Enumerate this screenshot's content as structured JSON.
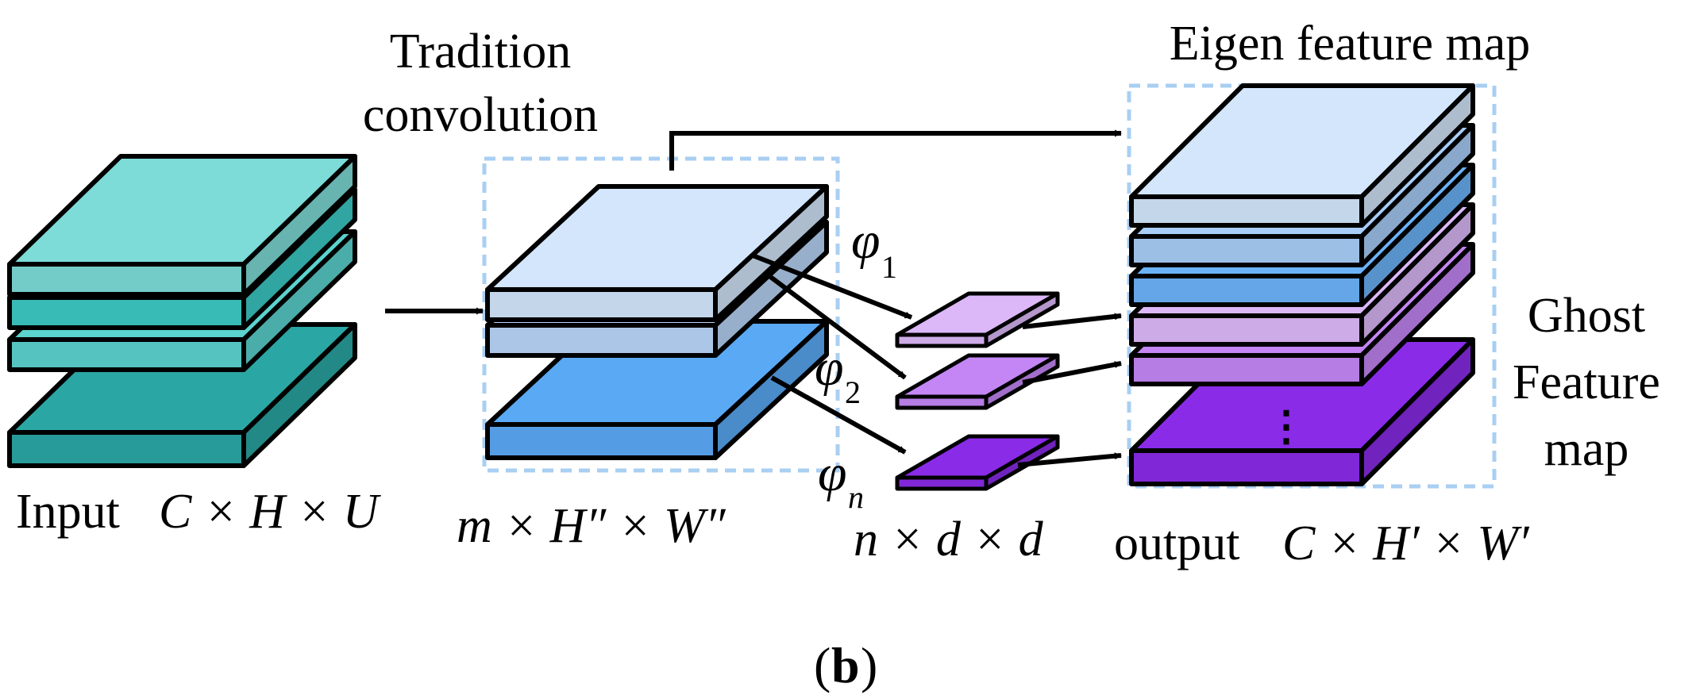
{
  "labels": {
    "tradition_line1": "Tradition",
    "tradition_line2": "convolution",
    "eigen": "Eigen feature map",
    "ghost_line1": "Ghost",
    "ghost_line2": "Feature",
    "ghost_line3": "map",
    "input_word": "Input",
    "input_dims": "C × H × U",
    "middle_dims": "m × H″ × W″",
    "kernel_dims": "n × d × d",
    "output_word": "output",
    "output_dims": "C × H′ × W′",
    "caption_open": "(",
    "caption_letter": "b",
    "caption_close": ")",
    "phi": "φ",
    "phi1_sub": "1",
    "phi2_sub": "2",
    "phin_sub": "n",
    "ellipsis": "⋮"
  },
  "colors": {
    "input_light": "#7ddbd8",
    "input_mid": "#3cc9c4",
    "input_teal": "#5bd3cf",
    "input_dark": "#2aa7a4",
    "mid_light": "#d3e6fb",
    "mid_mid": "#b9d5f8",
    "mid_blue": "#5aa9f5",
    "out_light": "#d3e6fb",
    "out_mid": "#a8cdf7",
    "out_blue": "#6bb2f8",
    "lav_light": "#dcb8f8",
    "lav_mid": "#c486f5",
    "violet": "#9940f6",
    "violet_deep": "#8a2be8",
    "dashed_box": "#a9cff2"
  }
}
